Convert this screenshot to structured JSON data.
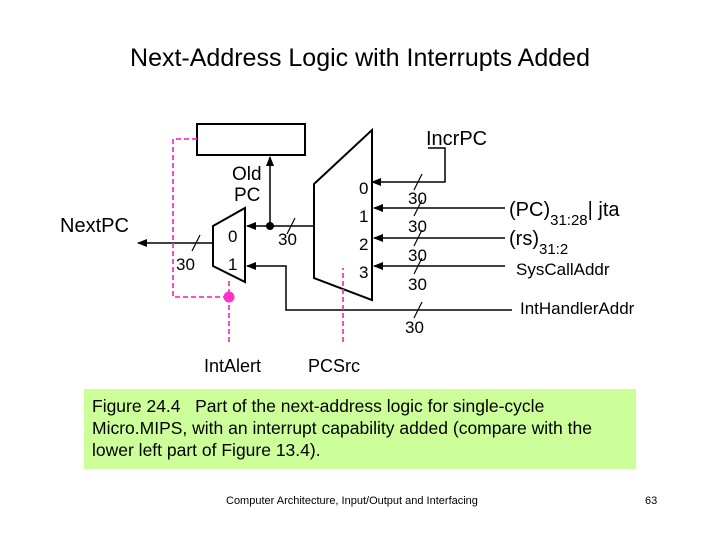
{
  "title": "Next-Address Logic with Interrupts Added",
  "diagram": {
    "labels": {
      "incr_pc": "IncrPC",
      "old_pc_line1": "Old",
      "old_pc_line2": "PC",
      "next_pc": "NextPC",
      "pc_jta": "(PC)",
      "pc_jta_sub": "31:28",
      "jta": "| jta",
      "rs": "(rs)",
      "rs_sub": "31:2",
      "syscall_addr": "SysCallAddr",
      "int_handler_addr": "IntHandlerAddr",
      "int_alert": "IntAlert",
      "pc_src": "PCSrc"
    },
    "small_mux_inputs": [
      "0",
      "1"
    ],
    "big_mux_inputs": [
      "0",
      "1",
      "2",
      "3"
    ],
    "bus_widths": {
      "small_mux_out": "30",
      "small_mux_in0": "30",
      "big_mux_in0": "30",
      "big_mux_in1": "30",
      "big_mux_in2": "30",
      "big_mux_in3": "30",
      "int_handler": "30"
    },
    "colors": {
      "dashed": "#ff33cc",
      "dot": "#ff33cc",
      "wire": "#000000"
    }
  },
  "caption": "Figure 24.4   Part of the next-address logic for single-cycle Micro.MIPS, with an interrupt capability added (compare with the lower left part of Figure 13.4).",
  "footer": "Computer Architecture, Input/Output and Interfacing",
  "page_number": "63"
}
